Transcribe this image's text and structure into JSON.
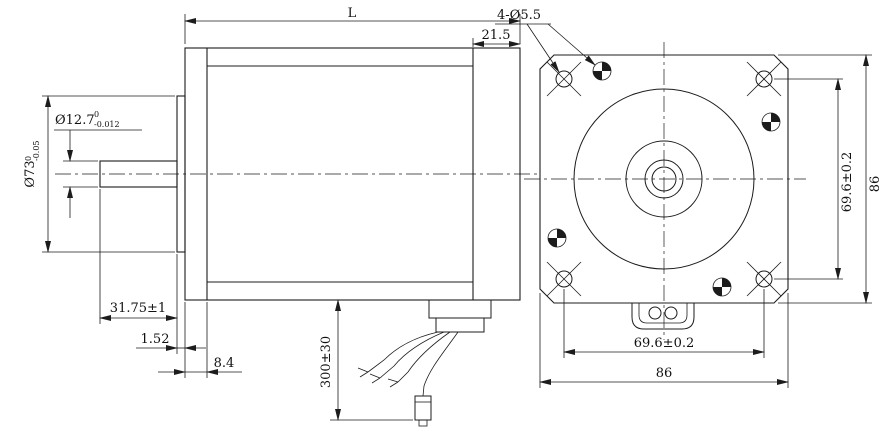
{
  "side_view": {
    "dim_length": "L",
    "dim_rear_cap": "21.5",
    "shaft_dia": "Ø12.7",
    "shaft_tol_hi": "0",
    "shaft_tol_lo": "-0.012",
    "pilot_dia": "Ø73",
    "pilot_tol_hi": "0",
    "pilot_tol_lo": "-0.05",
    "dim_shaft_len": "31.75±1",
    "dim_pilot_depth": "1.52",
    "dim_flange": "8.4",
    "dim_cable": "300±30"
  },
  "front_view": {
    "dim_holes": "4-Ø5.5",
    "dim_bolt_spacing_v": "69.6±0.2",
    "dim_frame_v": "86",
    "dim_bolt_spacing_h": "69.6±0.2",
    "dim_frame_h": "86"
  }
}
